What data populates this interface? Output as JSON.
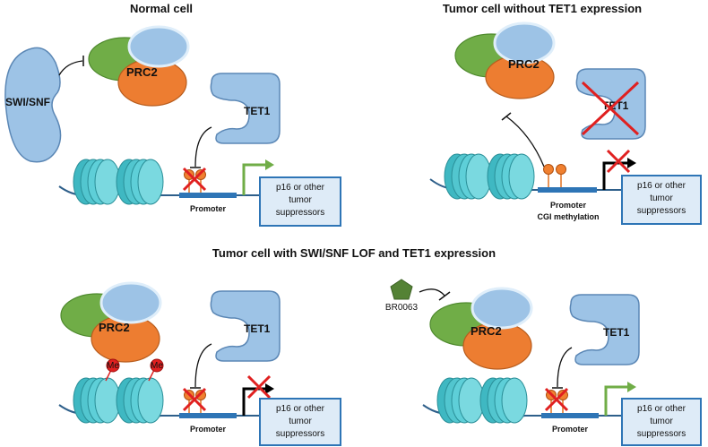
{
  "titles": {
    "normal": "Normal cell",
    "no_tet1": "Tumor cell without TET1 expression",
    "swisnf_lof": "Tumor cell with SWI/SNF LOF and TET1 expression"
  },
  "labels": {
    "swi_snf": "SWI/SNF",
    "prc2": "PRC2",
    "tet1": "TET1",
    "promoter": "Promoter",
    "promoter_cgi_line1": "Promoter",
    "promoter_cgi_line2": "CGI methylation",
    "target_line1": "p16 or other",
    "target_line2": "tumor",
    "target_line3": "suppressors",
    "inhibitor": "BR0063",
    "methyl_mark": "Me"
  },
  "colors": {
    "blue_protein": "#9dc3e6",
    "blue_outline": "#5b87b5",
    "green_protein": "#70ad47",
    "orange_protein": "#ed7d31",
    "nucleosome": "#5ecfd8",
    "dna_line": "#2e5f8a",
    "promoter_bar": "#2e75b6",
    "box_fill": "#deebf7",
    "box_border": "#2e75b6",
    "active_arrow": "#70ad47",
    "inactive_arrow": "#000000",
    "cross": "#e02020",
    "methyl": "#e07020",
    "me_mark": "#e02020",
    "inhibitor": "#548235"
  }
}
